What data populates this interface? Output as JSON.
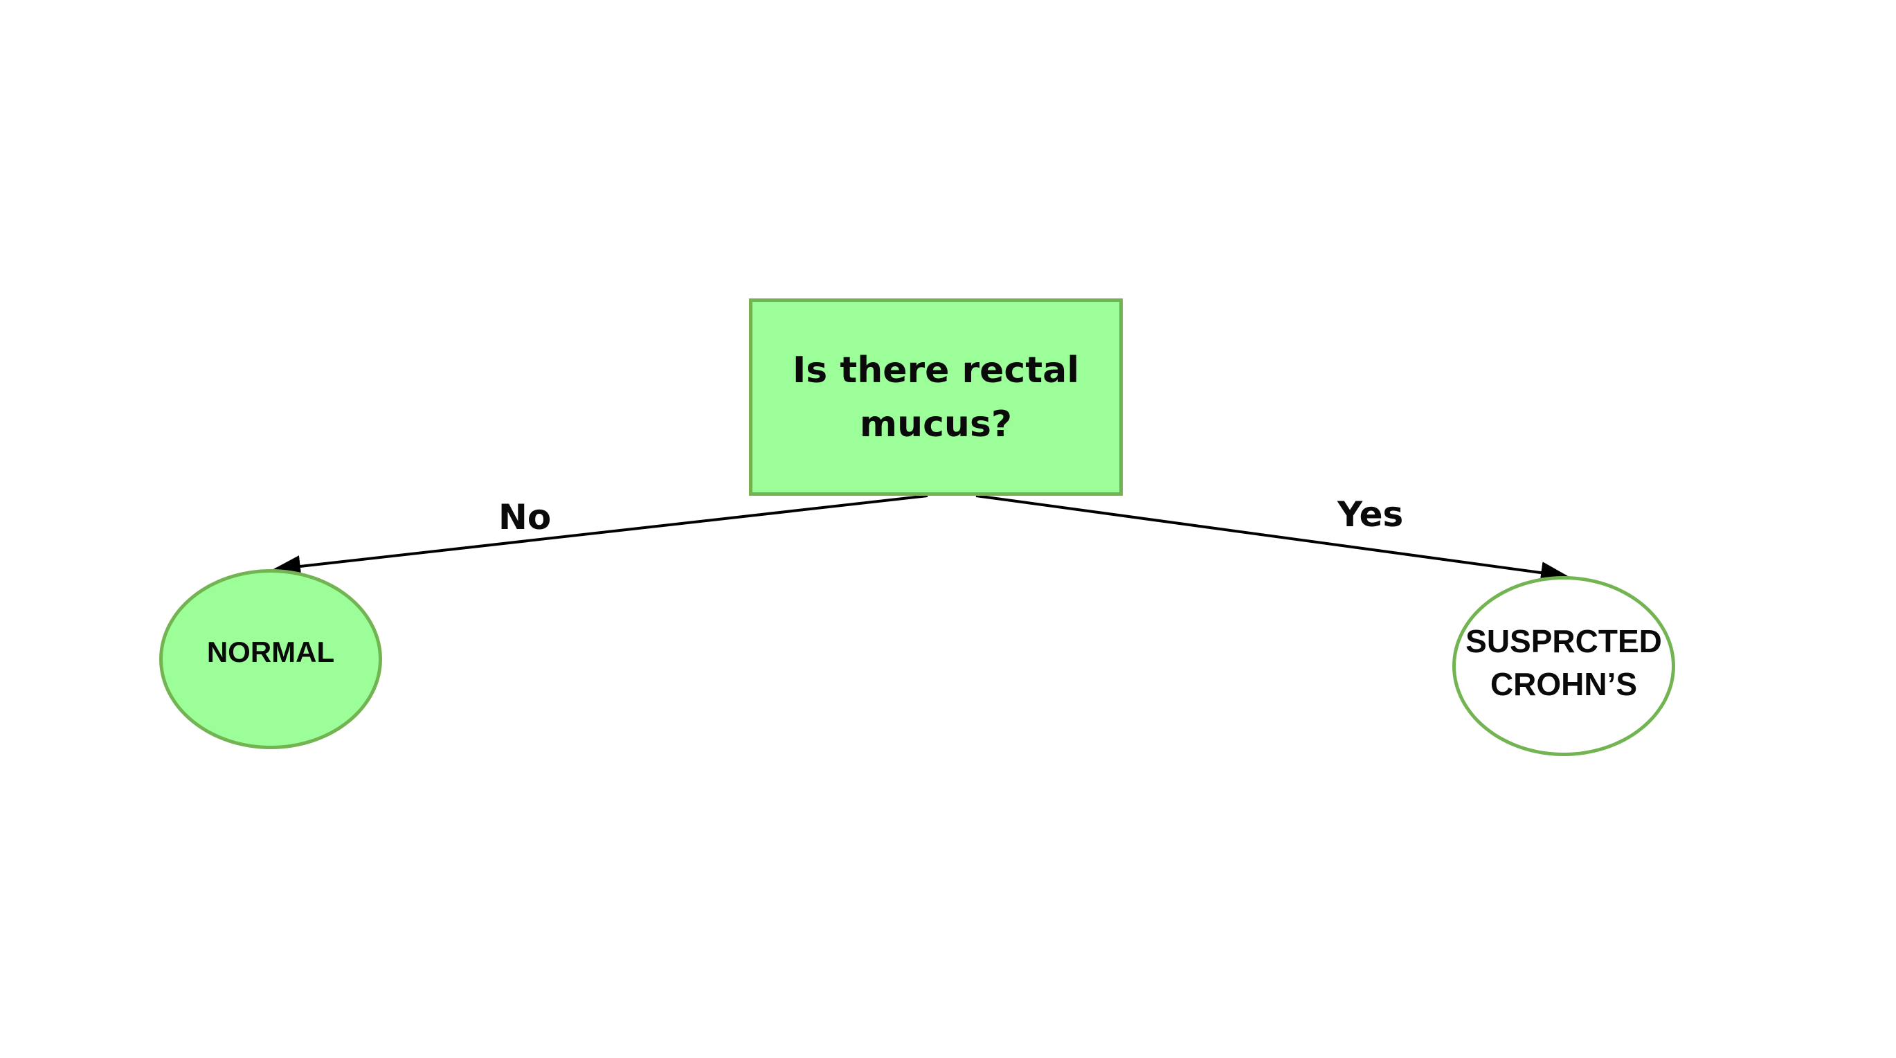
{
  "question": {
    "text": "Is there rectal mucus?"
  },
  "edges": {
    "no_label": "No",
    "yes_label": "Yes"
  },
  "outcomes": {
    "normal": "NORMAL",
    "crohns_line1": "SUSPRCTED",
    "crohns_line2": "CROHN’S"
  },
  "colors": {
    "node_fill": "#9cfe98",
    "node_border": "#72b452",
    "connector": "#000000"
  }
}
